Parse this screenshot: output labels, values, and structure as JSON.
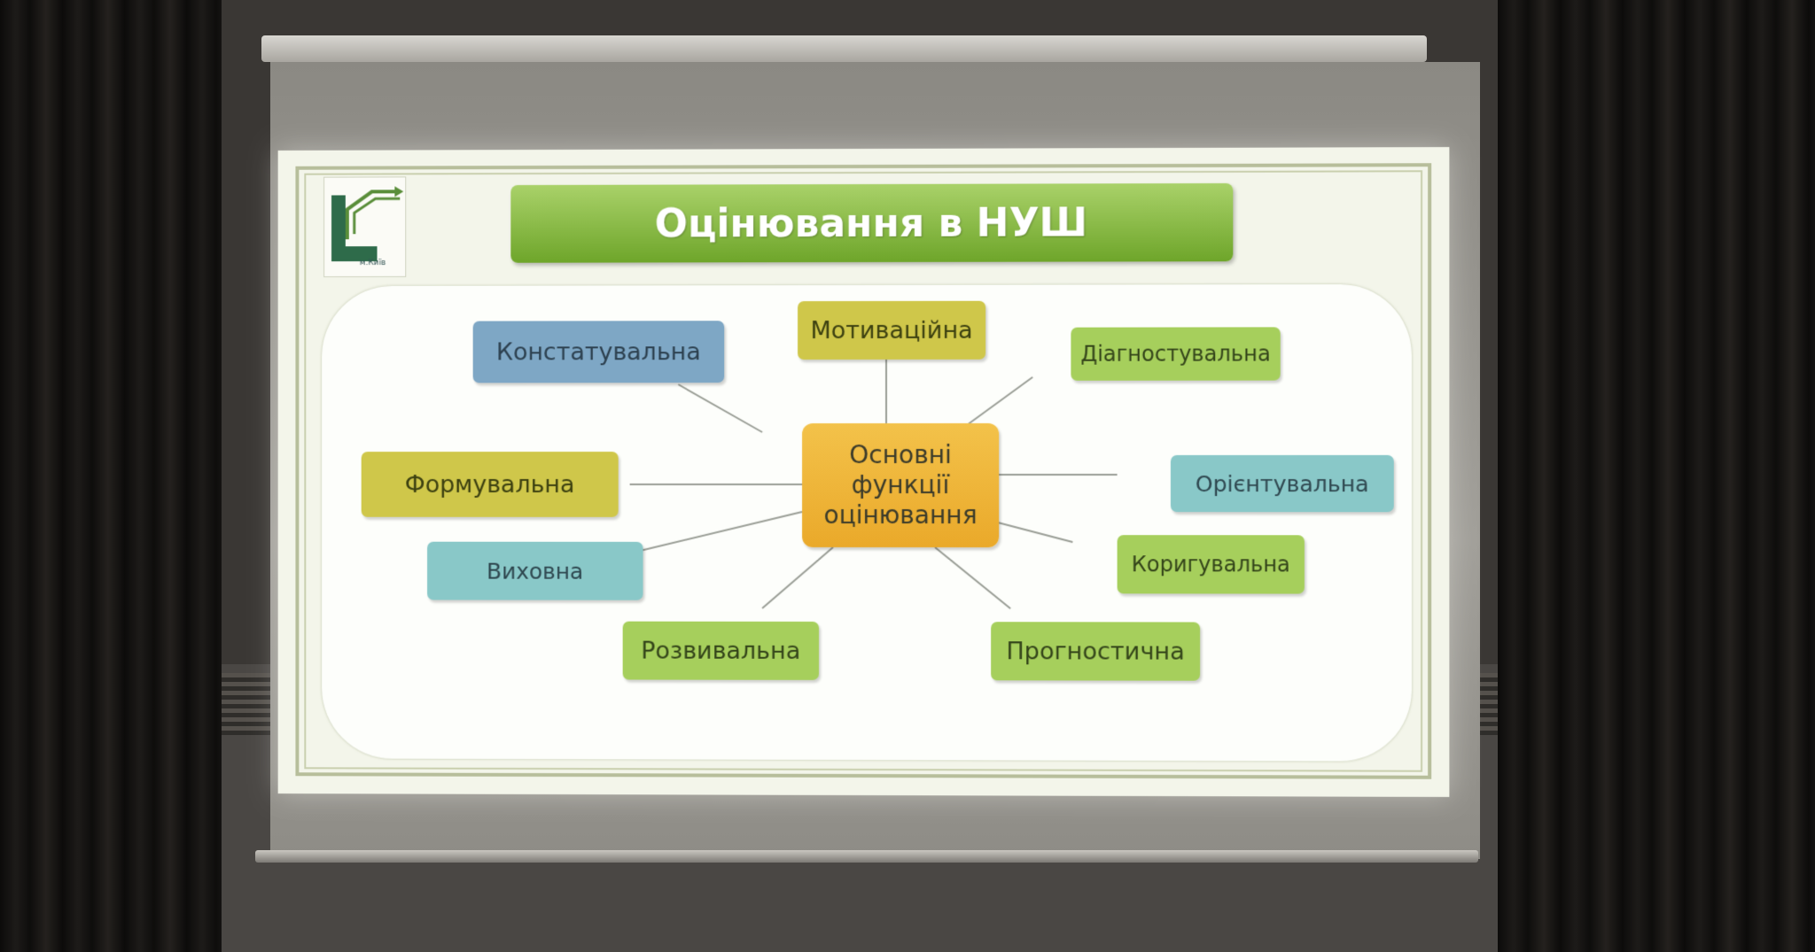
{
  "slide": {
    "title": "Оцінювання в НУШ",
    "logo_text": "м.Київ",
    "center_node": [
      "Основні",
      "функції",
      "оцінювання"
    ],
    "nodes": {
      "konstatuvalna": "Констатувальна",
      "motyvatsiina": "Мотиваційна",
      "diahnostuvalna": "Діагностувальна",
      "formuvalna": "Формувальна",
      "oriientuvalna": "Орієнтувальна",
      "vykhovna": "Виховна",
      "koryhuvalna": "Коригувальна",
      "rozvyvalna": "Розвивальна",
      "prohnostychna": "Прогностична"
    }
  },
  "colors": {
    "title_green": "#7db33a",
    "center_orange": "#eeb233",
    "node_blue": "#7ea7c5",
    "node_yellow": "#cfc74a",
    "node_green": "#a6cf5c",
    "node_teal": "#89c8c8"
  }
}
